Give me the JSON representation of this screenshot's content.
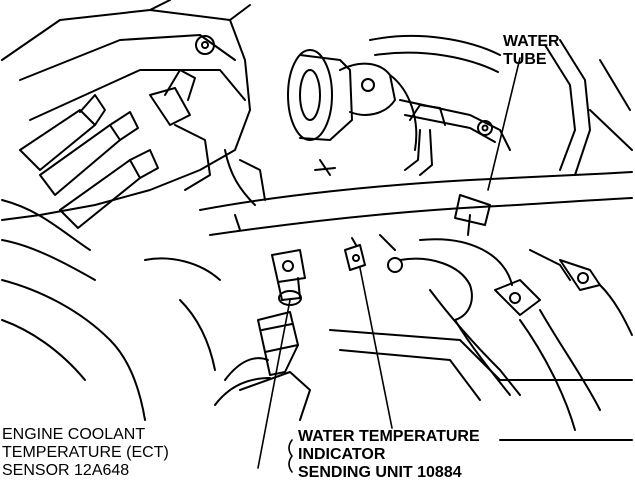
{
  "callouts": {
    "water_tube": {
      "line1": "WATER",
      "line2": "TUBE"
    },
    "ect_sensor": {
      "line1": "ENGINE COOLANT",
      "line2": "TEMPERATURE (ECT)",
      "line3": "SENSOR 12A648"
    },
    "sending_unit": {
      "line1": "WATER TEMPERATURE",
      "line2": "INDICATOR",
      "line3": "SENDING UNIT 10884"
    }
  },
  "colors": {
    "ink": "#000000",
    "paper": "#ffffff"
  }
}
